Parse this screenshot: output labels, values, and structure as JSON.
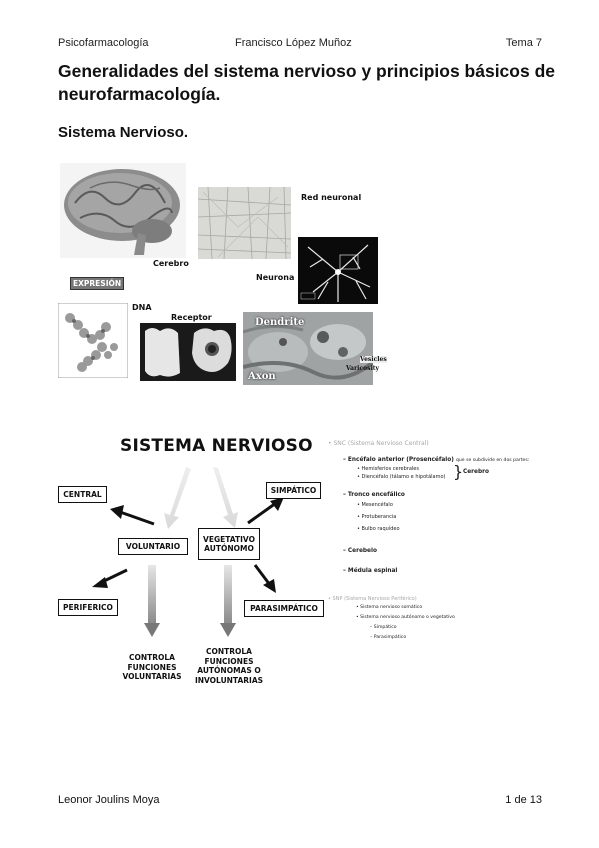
{
  "header": {
    "left": "Psicofarmacología",
    "center": "Francisco López Muñoz",
    "right": "Tema 7"
  },
  "title": "Generalidades del sistema nervioso y principios básicos de neurofarmacología.",
  "section_title": "Sistema Nervioso.",
  "figure1": {
    "labels": {
      "cerebro": "Cerebro",
      "red_neuronal": "Red neuronal",
      "neurona": "Neurona",
      "expresion": "EXPRESIÓN",
      "dna": "DNA",
      "receptor": "Receptor",
      "dendrite": "Dendrite",
      "axon": "Axon",
      "vesicles": "Vesicles",
      "varicosity": "Varicosity"
    }
  },
  "figure2": {
    "title": "SISTEMA NERVIOSO",
    "boxes": {
      "central": "CENTRAL",
      "voluntario": "VOLUNTARIO",
      "vegetativo": "VEGETATIVO AUTÓNOMO",
      "simpatico": "SIMPÁTICO",
      "periferico": "PERIFERICO",
      "parasimpatico": "PARASIMPÁTICO"
    },
    "controla_voluntarias": "CONTROLA FUNCIONES VOLUNTARIAS",
    "controla_autonomas": "CONTROLA FUNCIONES AUTÓNOMAS O INVOLUNTARIAS"
  },
  "snc_list": {
    "snc": "SNC (Sistema Nervioso Central)",
    "encefalo": "Encéfalo anterior (Prosencéfalo)",
    "encefalo_note": "que se subdivide en dos partes:",
    "hemisferios": "Hemisferios cerebrales",
    "diencefalo": "Diencéfalo (tálamo e hipotálamo)",
    "cerebro_brace": "Cerebro",
    "tronco": "Tronco encefálico",
    "mesencefalo": "Mesencéfalo",
    "protuberancia": "Protuberancia",
    "bulbo": "Bulbo raquídeo",
    "cerebelo": "Cerebelo",
    "medula": "Médula espinal",
    "snp": "SNP (Sistema Nervioso Periférico)",
    "somatico": "Sistema nervioso somático",
    "autonomo": "Sistema nervioso autónomo o vegetativo",
    "simpatico": "Simpático",
    "parasimpatico": "Parasimpático"
  },
  "footer": {
    "author": "Leonor Joulins Moya",
    "page": "1 de 13"
  }
}
